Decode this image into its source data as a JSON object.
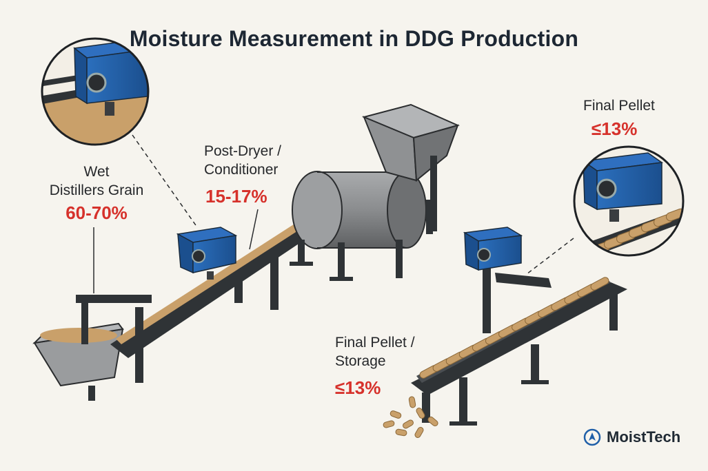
{
  "title": "Moisture Measurement  in DDG Production",
  "stages": {
    "wet": {
      "label_line1": "Wet",
      "label_line2": "Distillers  Grain",
      "value": "60-70%"
    },
    "dryer": {
      "label_line1": "Post-Dryer /",
      "label_line2": "Conditioner",
      "value": "15-17%"
    },
    "final_top": {
      "label": "Final Pellet",
      "value": "≤13%"
    },
    "final_storage": {
      "label_line1": "Final Pellet /",
      "label_line2": "Storage",
      "value": "≤13%"
    }
  },
  "brand": {
    "name": "MoistTech"
  },
  "colors": {
    "sensor_blue": "#1f5fa8",
    "value_red": "#d6312b",
    "machine_gray": "#8c8e90",
    "frame_dark": "#2f3336",
    "grain": "#c9a06a"
  }
}
